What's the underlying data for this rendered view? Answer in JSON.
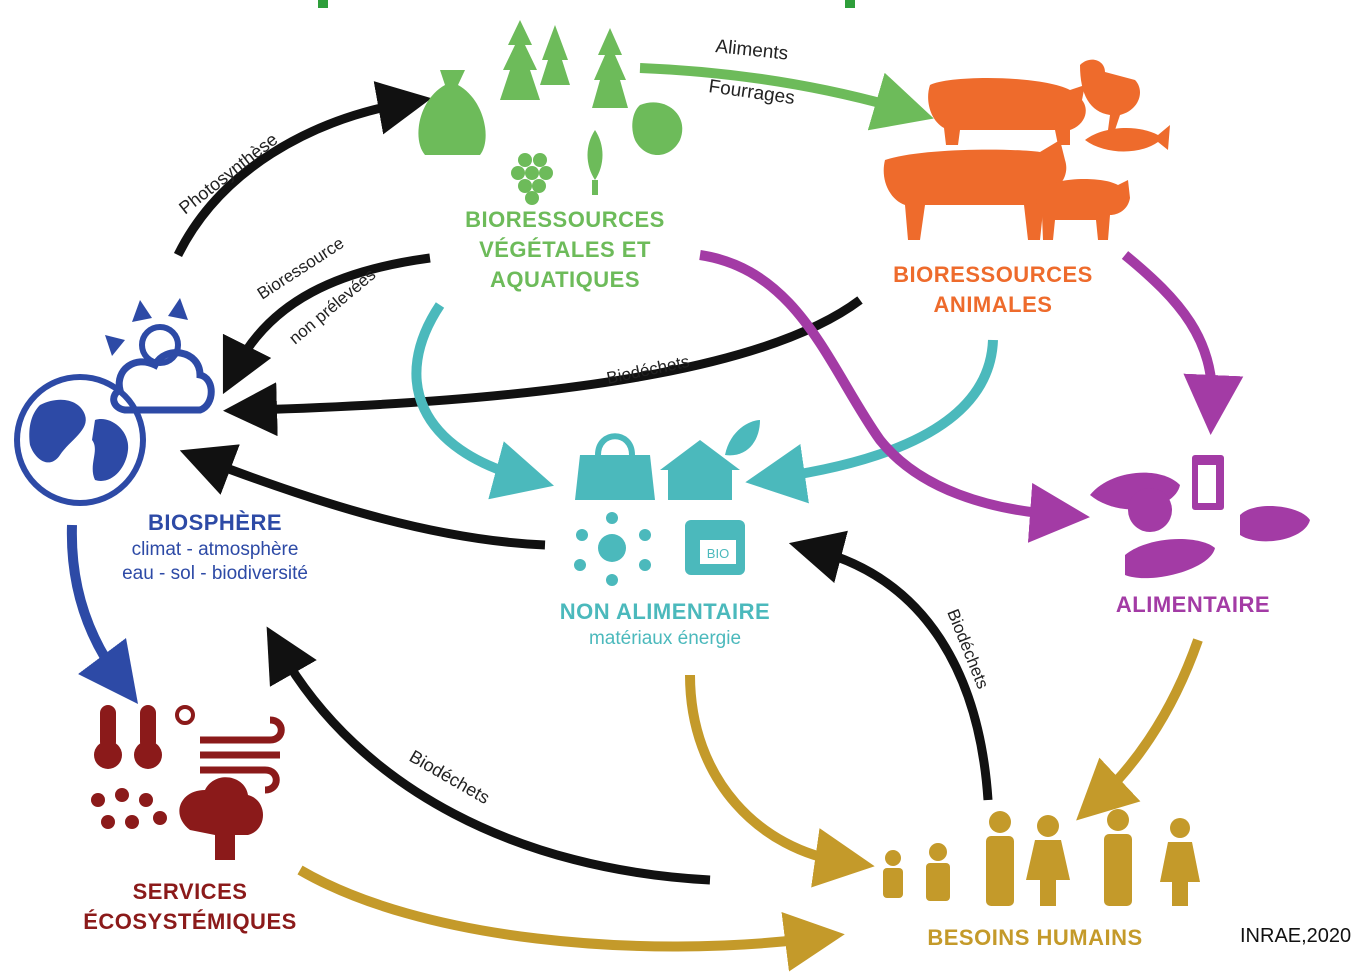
{
  "nodes": {
    "vegetal": {
      "title_lines": [
        "BIORESSOURCES",
        "VÉGÉTALES ET",
        "AQUATIQUES"
      ]
    },
    "animal": {
      "title_lines": [
        "BIORESSOURCES",
        "ANIMALES"
      ]
    },
    "biosphere": {
      "title": "BIOSPHÈRE",
      "line1": "climat - atmosphère",
      "line2": "eau - sol - biodiversité"
    },
    "non_alimentaire": {
      "title": "NON ALIMENTAIRE",
      "subtitle": "matériaux énergie"
    },
    "alimentaire": {
      "title": "ALIMENTAIRE"
    },
    "services": {
      "title_lines": [
        "SERVICES",
        "ÉCOSYSTÉMIQUES"
      ]
    },
    "besoins": {
      "title": "BESOINS HUMAINS"
    }
  },
  "edge_labels": {
    "photosynthese": "Photosynthèse",
    "aliments": "Aliments",
    "fourrages": "Fourrages",
    "bioressource": "Bioressource",
    "non_prelevees": "non prélevées",
    "biodechets_top": "Biodéchets",
    "biodechets_right": "Biodéchets",
    "biodechets_bottom": "Biodéchets"
  },
  "icons": {
    "bio_tag": "BIO"
  },
  "credit": "INRAE,2020",
  "colors": {
    "green": "#6dbb5a",
    "orange": "#ee6b2c",
    "blue": "#2d4aa6",
    "teal": "#4bb9bc",
    "purple": "#a33ba5",
    "dark_red": "#8b1a1a",
    "gold": "#c49a2a",
    "black": "#111111"
  }
}
